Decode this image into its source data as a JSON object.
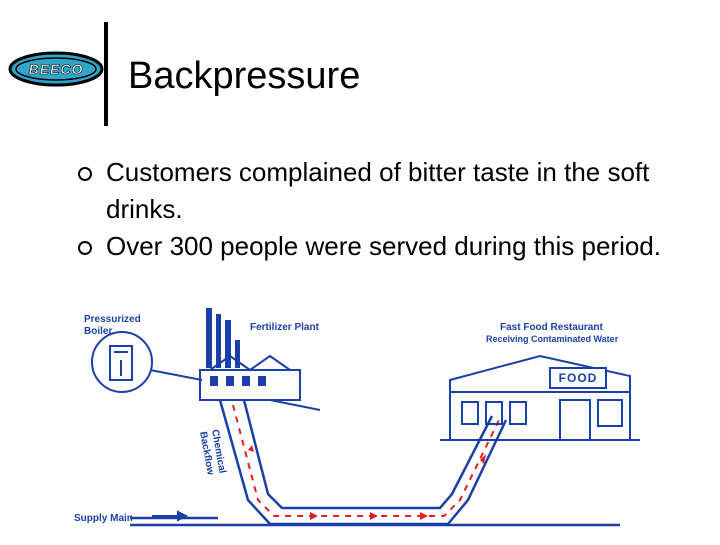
{
  "logo": {
    "text": "BEECO",
    "colors": {
      "fill": "#2fa6c9",
      "text": "#ffffff",
      "outline": "#000000"
    }
  },
  "slide": {
    "title": "Backpressure",
    "bullets": [
      "Customers complained of bitter taste in the soft drinks.",
      "Over 300 people were served during this period."
    ]
  },
  "diagram": {
    "labels": {
      "boiler_line1": "Pressurized",
      "boiler_line2": "Boiler",
      "plant": "Fertilizer Plant",
      "restaurant_line1": "Fast Food Restaurant",
      "restaurant_line2": "Receiving Contaminated Water",
      "sign": "FOOD",
      "backflow_line1": "Chemical",
      "backflow_line2": "Backflow",
      "main": "Supply Main"
    },
    "colors": {
      "label": "#1a3fa8",
      "line": "#1a3fa8",
      "flow": "#e02020"
    }
  }
}
